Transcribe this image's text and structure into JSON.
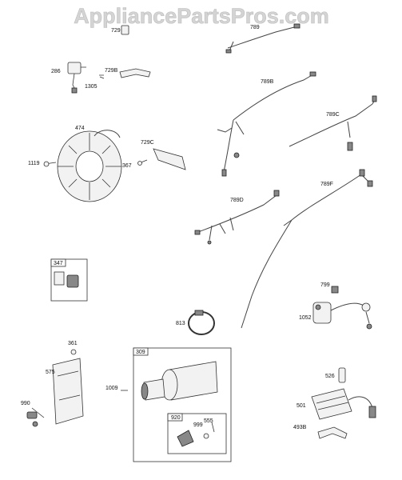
{
  "watermark": "AppliancePartsPros.com",
  "callouts": {
    "c729": "729",
    "c789": "789",
    "c286": "286",
    "c729B": "729B",
    "c1305": "1305",
    "c789B": "789B",
    "c474": "474",
    "c789C": "789C",
    "c729C": "729C",
    "c1119": "1119",
    "c367": "367",
    "c789D": "789D",
    "c789F": "789F",
    "c347": "347",
    "c799": "799",
    "c813": "813",
    "c1052": "1052",
    "c361": "361",
    "c309": "309",
    "c575": "575",
    "c1009": "1009",
    "c526": "526",
    "c920": "920",
    "c555": "555",
    "c999": "999",
    "c990": "990",
    "c501": "501",
    "c493B": "493B"
  }
}
